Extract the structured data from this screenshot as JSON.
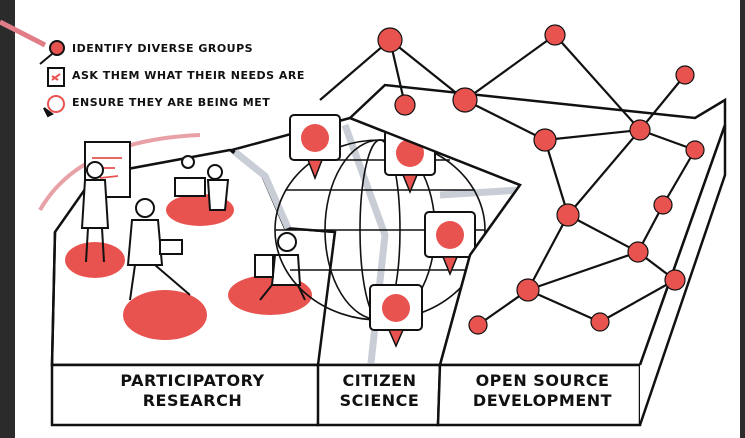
{
  "legend": [
    {
      "text": "IDENTIFY DIVERSE GROUPS",
      "icon": "magnifier-icon"
    },
    {
      "text": "ASK THEM WHAT THEIR NEEDS ARE",
      "icon": "clipboard-icon"
    },
    {
      "text": "ENSURE THEY ARE BEING MET",
      "icon": "cursor-target-icon"
    }
  ],
  "sections": [
    {
      "line1": "PARTICIPATORY",
      "line2": "RESEARCH"
    },
    {
      "line1": "CITIZEN",
      "line2": "SCIENCE"
    },
    {
      "line1": "OPEN SOURCE",
      "line2": "DEVELOPMENT"
    }
  ],
  "colors": {
    "accent": "#e8534f",
    "ink": "#111111",
    "paper": "#ffffff",
    "frame": "#2b2b2b",
    "edge": "#c9cdd6"
  }
}
